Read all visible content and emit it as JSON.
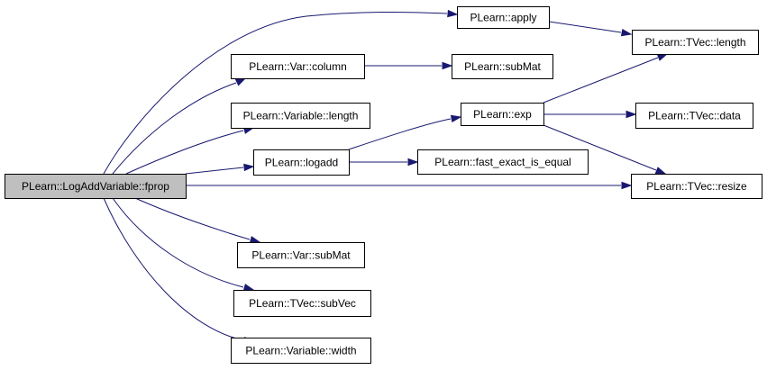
{
  "graph": {
    "colors": {
      "edge": "#191970",
      "node_fill": "#ffffff",
      "root_fill": "#bfbfbf",
      "node_border": "#000000"
    },
    "nodes": [
      {
        "id": "fprop",
        "label": "PLearn::LogAddVariable::fprop",
        "root": true
      },
      {
        "id": "apply",
        "label": "PLearn::apply"
      },
      {
        "id": "var_column",
        "label": "PLearn::Var::column"
      },
      {
        "id": "variable_length",
        "label": "PLearn::Variable::length"
      },
      {
        "id": "logadd",
        "label": "PLearn::logadd"
      },
      {
        "id": "var_submat",
        "label": "PLearn::Var::subMat"
      },
      {
        "id": "tvec_subvec",
        "label": "PLearn::TVec::subVec"
      },
      {
        "id": "variable_width",
        "label": "PLearn::Variable::width"
      },
      {
        "id": "submat",
        "label": "PLearn::subMat"
      },
      {
        "id": "exp",
        "label": "PLearn::exp"
      },
      {
        "id": "fast_exact",
        "label": "PLearn::fast_exact_is_equal"
      },
      {
        "id": "tvec_length",
        "label": "PLearn::TVec::length"
      },
      {
        "id": "tvec_data",
        "label": "PLearn::TVec::data"
      },
      {
        "id": "tvec_resize",
        "label": "PLearn::TVec::resize"
      }
    ],
    "edges": [
      {
        "from": "fprop",
        "to": "apply"
      },
      {
        "from": "fprop",
        "to": "var_column"
      },
      {
        "from": "fprop",
        "to": "variable_length"
      },
      {
        "from": "fprop",
        "to": "logadd"
      },
      {
        "from": "fprop",
        "to": "tvec_resize"
      },
      {
        "from": "fprop",
        "to": "var_submat"
      },
      {
        "from": "fprop",
        "to": "tvec_subvec"
      },
      {
        "from": "fprop",
        "to": "variable_width"
      },
      {
        "from": "apply",
        "to": "tvec_length"
      },
      {
        "from": "var_column",
        "to": "submat"
      },
      {
        "from": "logadd",
        "to": "exp"
      },
      {
        "from": "logadd",
        "to": "fast_exact"
      },
      {
        "from": "exp",
        "to": "tvec_length"
      },
      {
        "from": "exp",
        "to": "tvec_data"
      },
      {
        "from": "exp",
        "to": "tvec_resize"
      }
    ]
  }
}
